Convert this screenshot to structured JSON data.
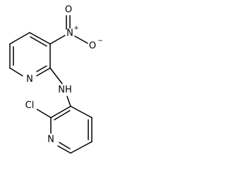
{
  "molecule": {
    "atoms": {
      "nitro_n": {
        "symbol": "N",
        "charge": "+"
      },
      "nitro_o_top": {
        "symbol": "O",
        "charge": ""
      },
      "nitro_o_right": {
        "symbol": "O",
        "charge": "−"
      },
      "pyridine1_n": {
        "symbol": "N",
        "charge": ""
      },
      "amine_nh": {
        "symbol": "NH",
        "charge": ""
      },
      "chloro": {
        "symbol": "Cl",
        "charge": ""
      },
      "pyridine2_n": {
        "symbol": "N",
        "charge": ""
      }
    }
  },
  "colors": {
    "bond": "#000000",
    "label": "#000000",
    "background": "#ffffff"
  }
}
